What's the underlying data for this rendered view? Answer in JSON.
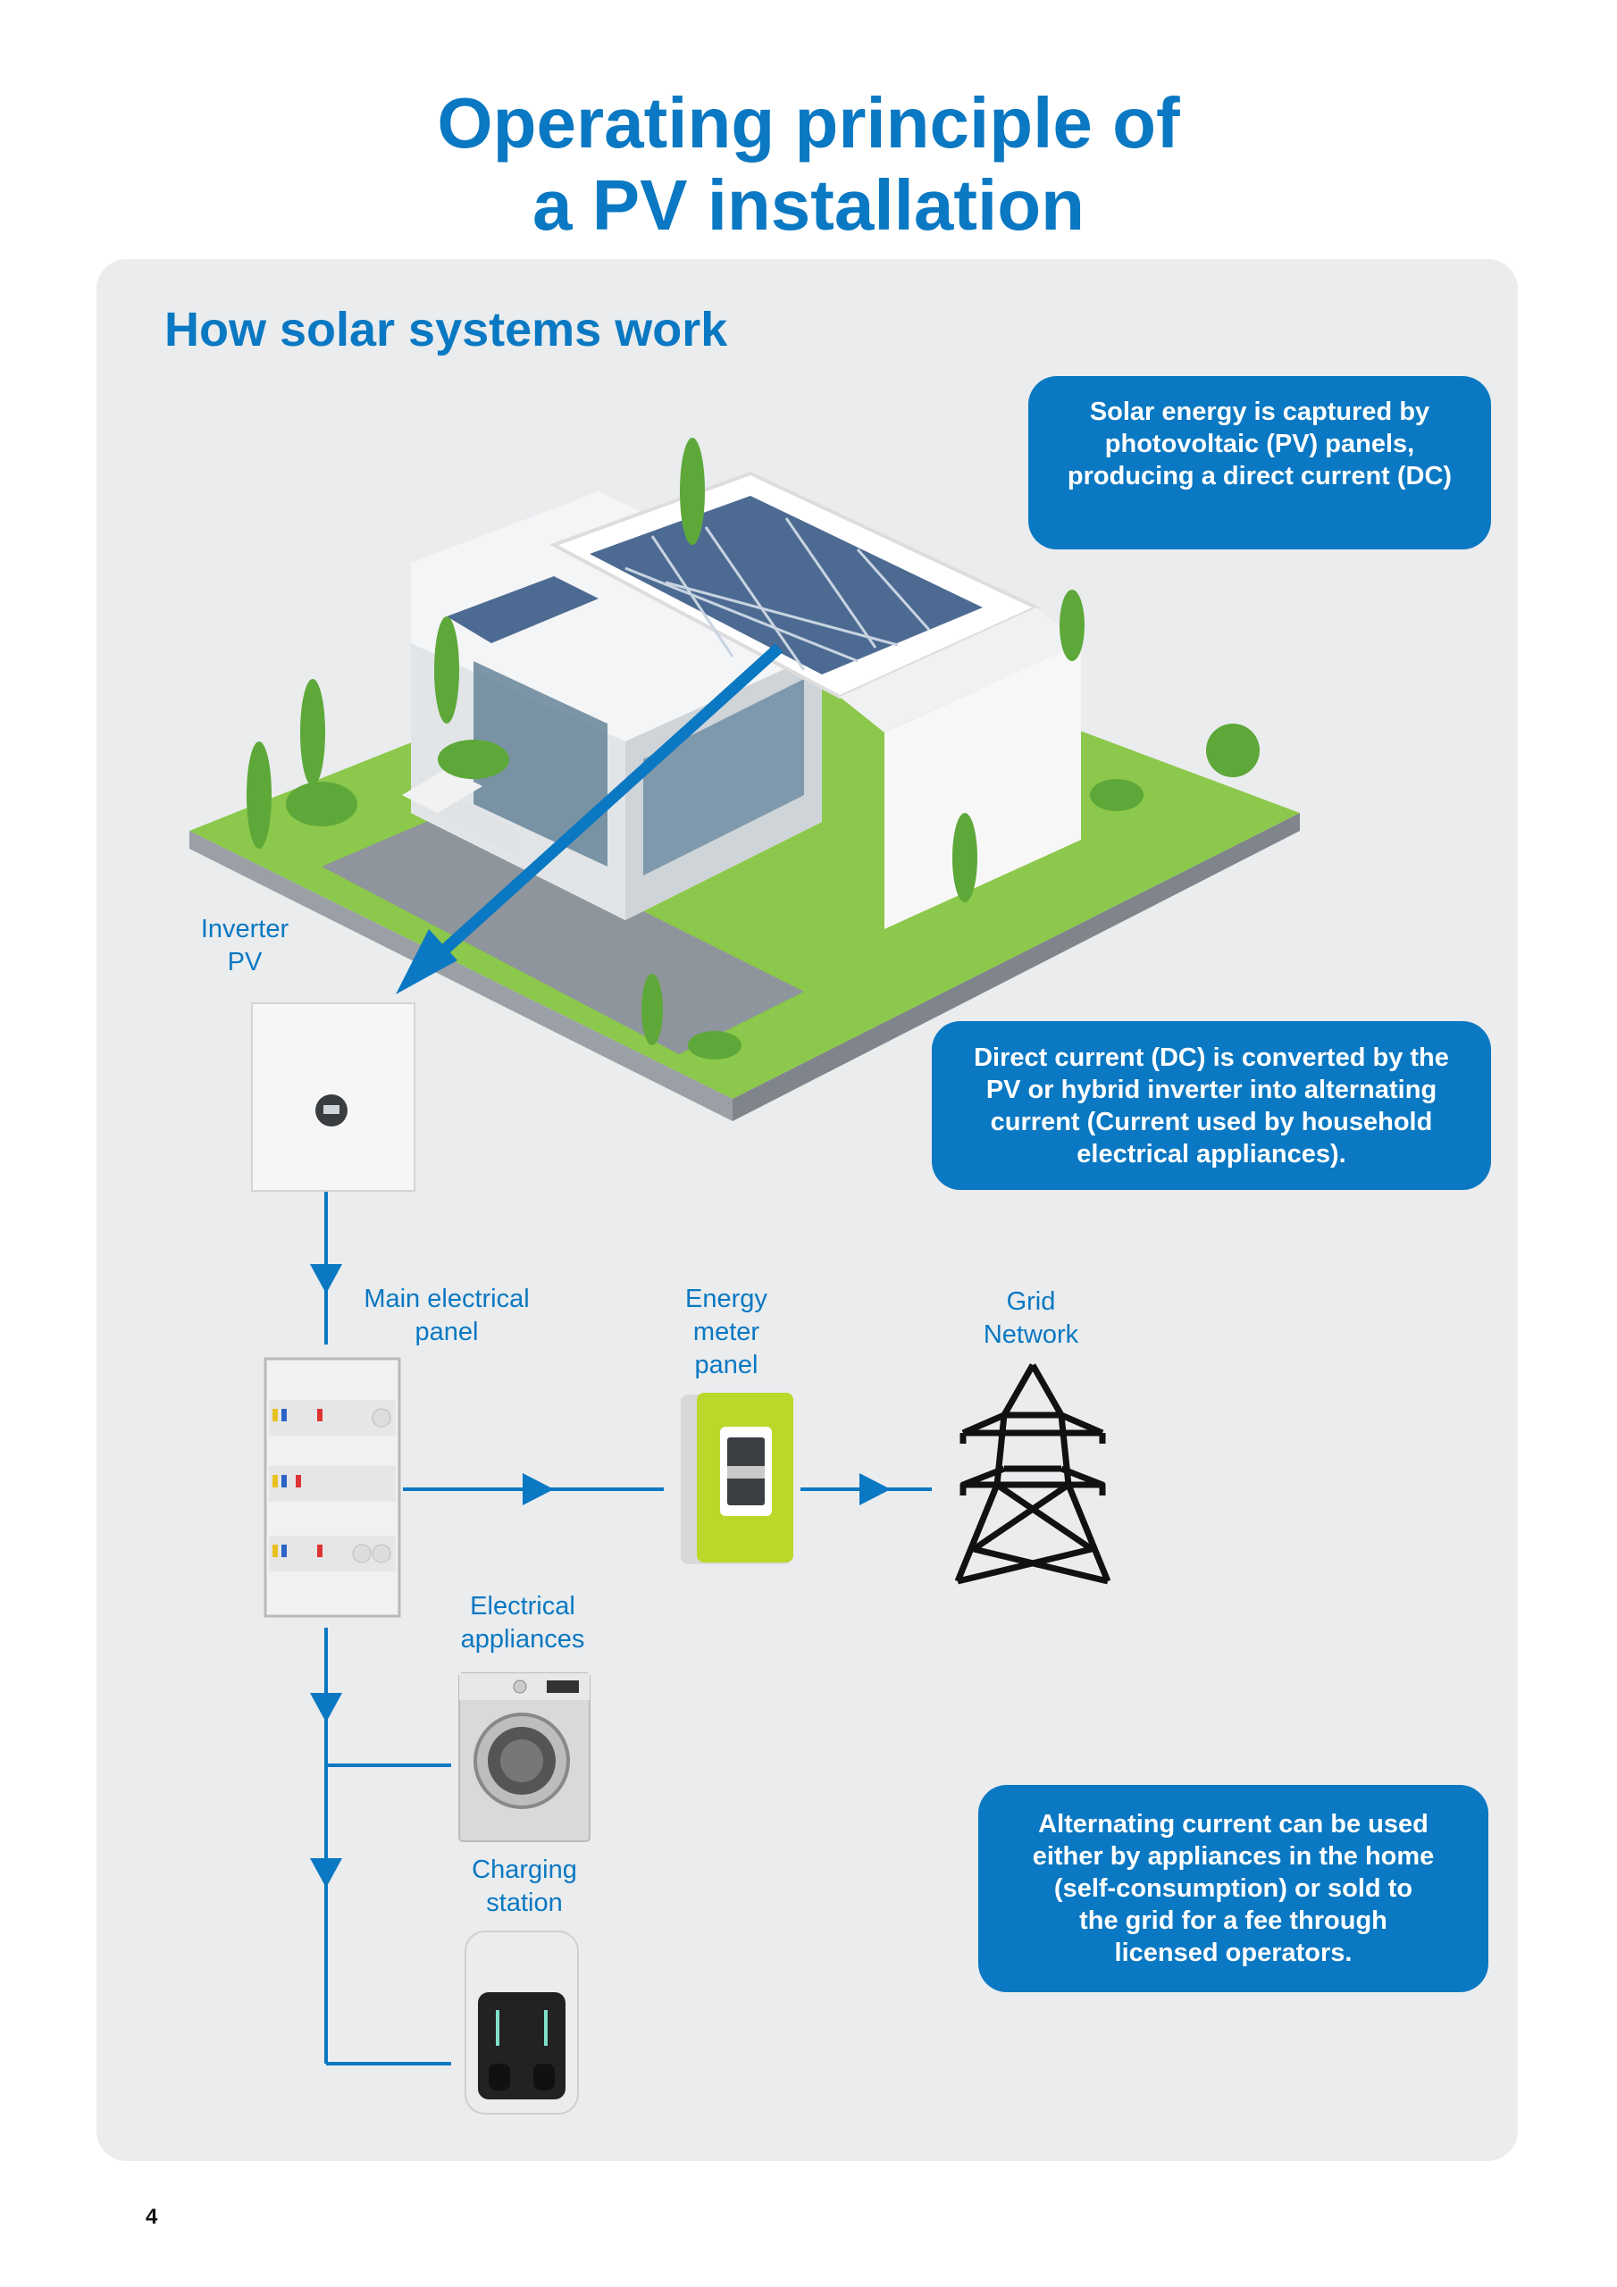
{
  "page": {
    "title_line1": "Operating principle of",
    "title_line2": "a PV installation",
    "page_number": "4"
  },
  "section": {
    "title": "How solar systems work"
  },
  "callouts": [
    {
      "lines": [
        "Solar energy is captured by",
        "photovoltaic (PV) panels,",
        "producing a direct current (DC)"
      ]
    },
    {
      "lines": [
        "Direct current (DC) is converted by the",
        "PV or hybrid inverter into alternating",
        "current (Current used by household",
        "electrical appliances)."
      ]
    },
    {
      "lines": [
        "Alternating current can be used",
        "either by appliances in the home",
        "(self-consumption) or sold to",
        "the grid for a fee through",
        "licensed operators."
      ]
    }
  ],
  "labels": {
    "inverter": [
      "Inverter",
      "PV"
    ],
    "main_panel": [
      "Main electrical",
      "panel"
    ],
    "energy_meter": [
      "Energy",
      "meter",
      "panel"
    ],
    "grid": [
      "Grid",
      "Network"
    ],
    "appliances": [
      "Electrical",
      "appliances"
    ],
    "charging": [
      "Charging",
      "station"
    ]
  },
  "colors": {
    "accent": "#0a78c2",
    "panel_bg": "#eaecee",
    "meter_green": "#b9d82a"
  }
}
